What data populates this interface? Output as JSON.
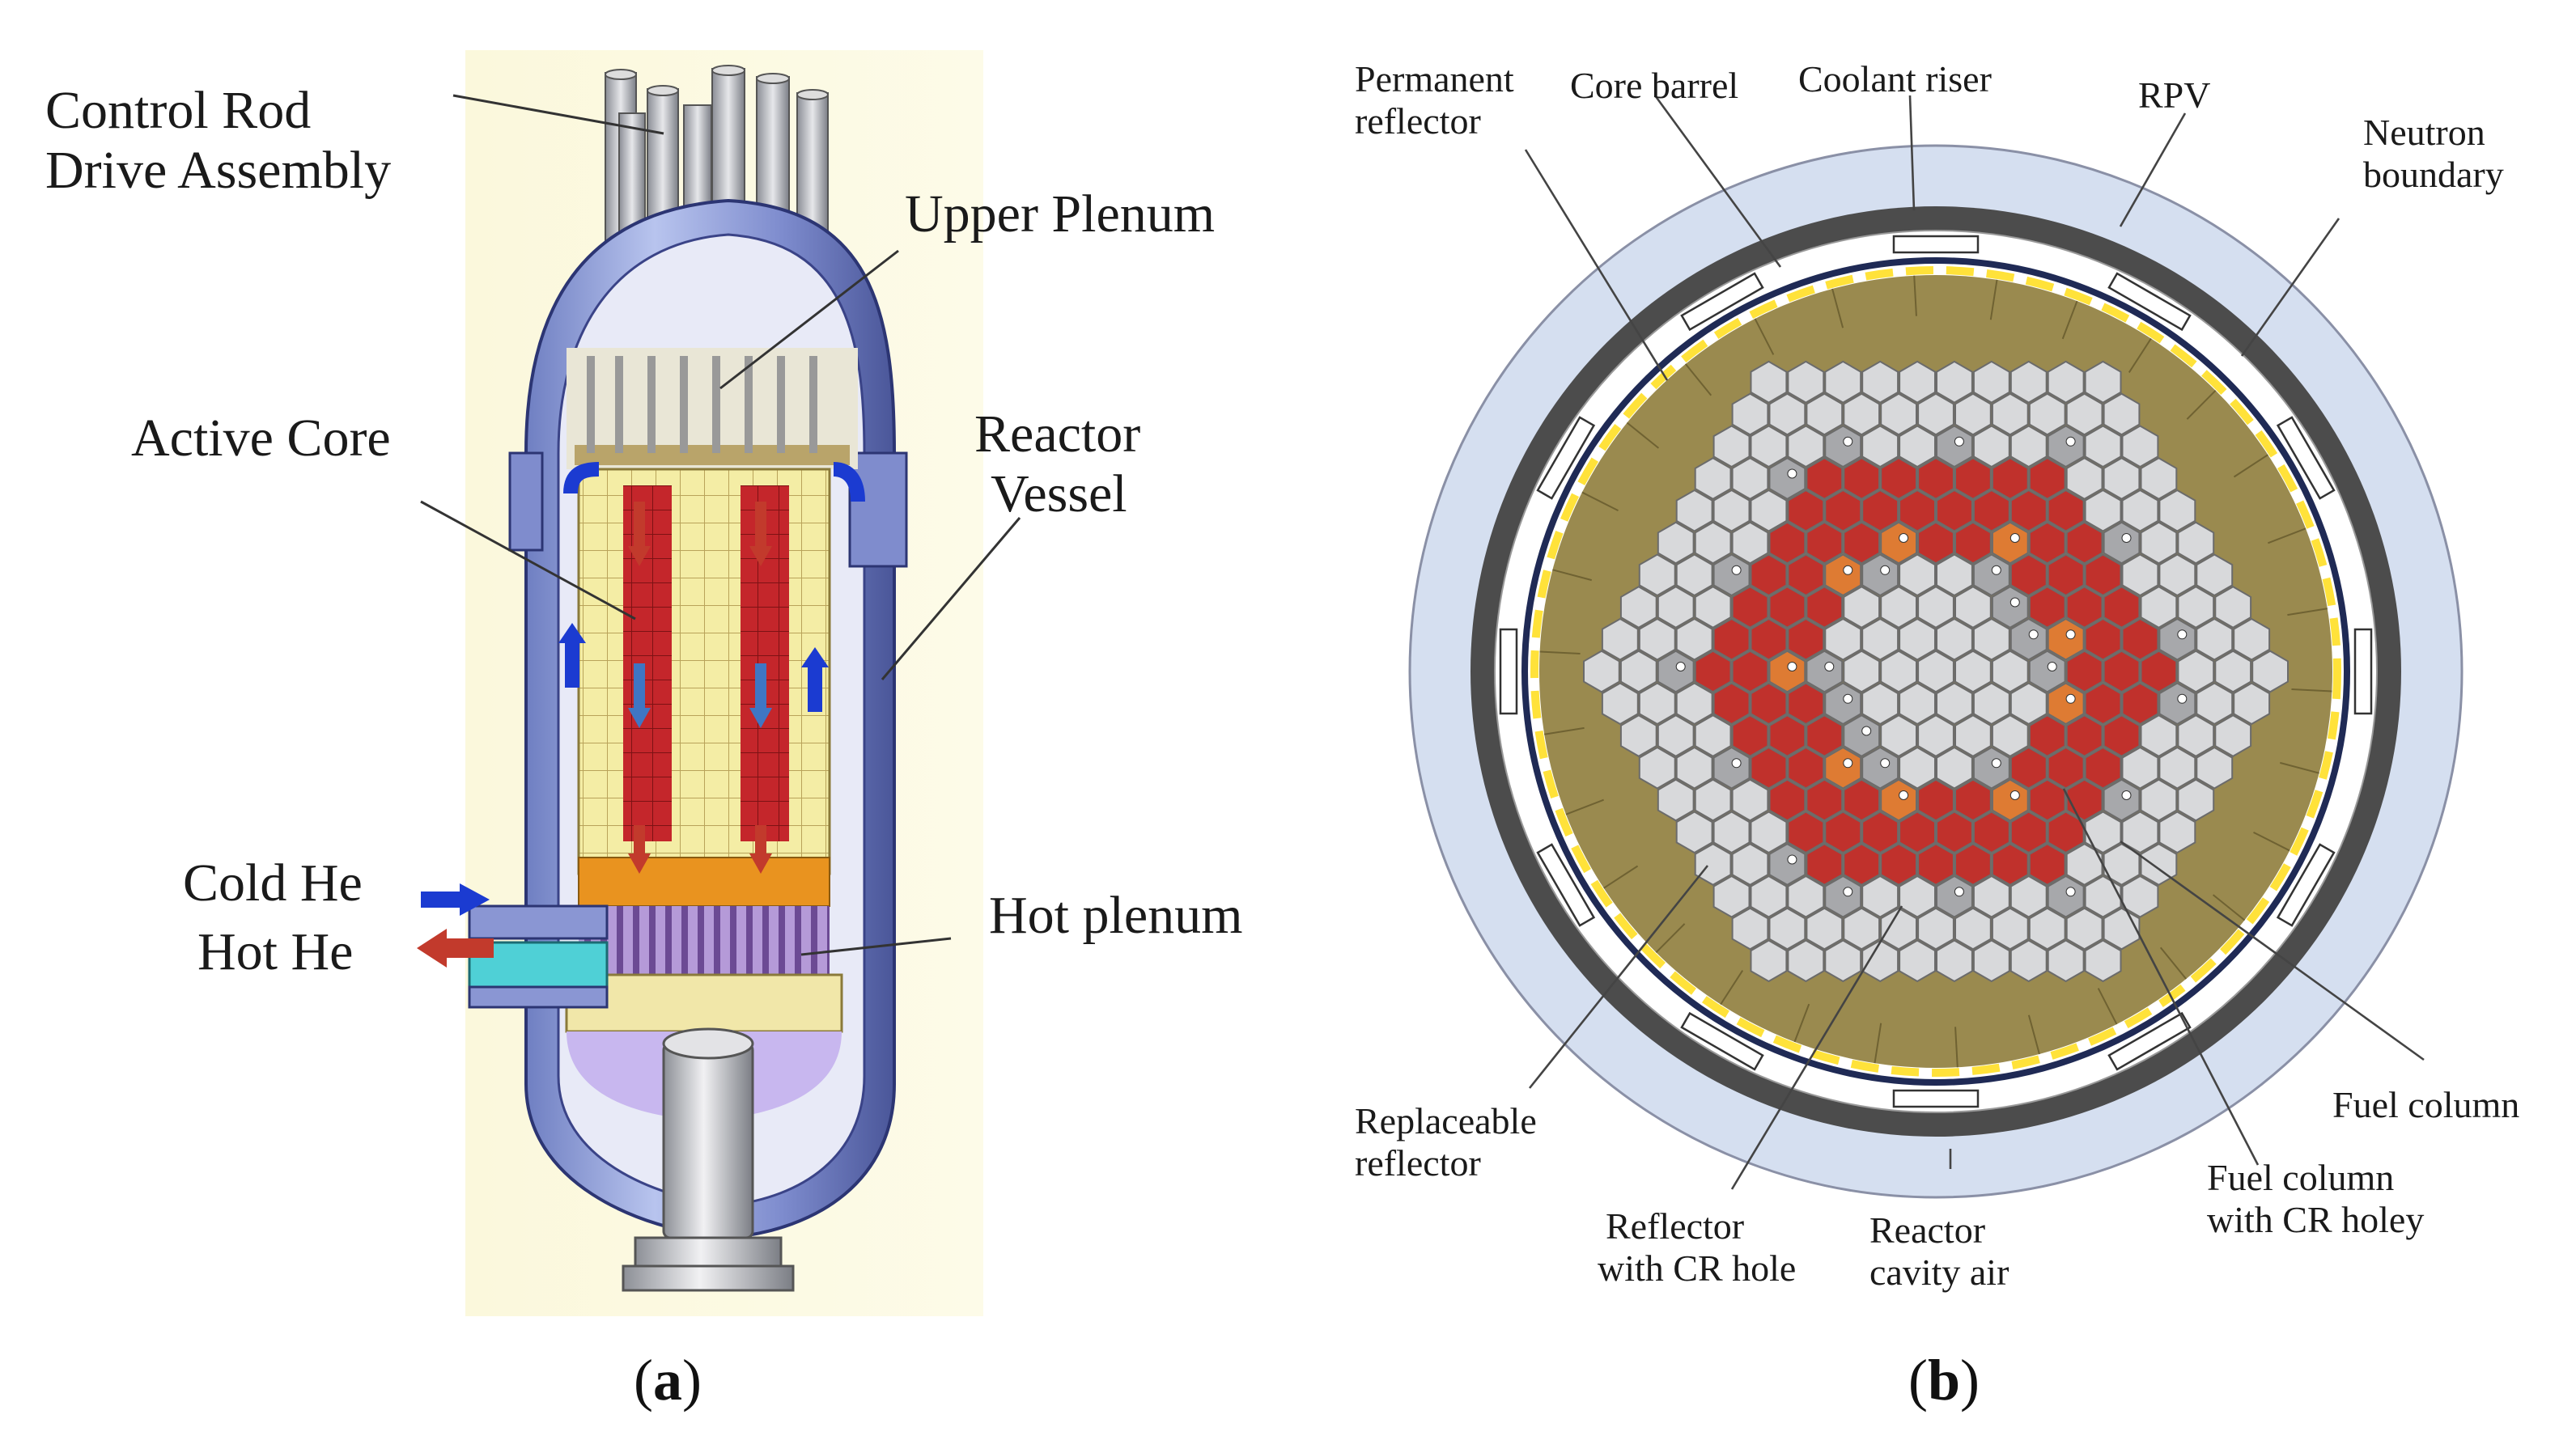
{
  "panel_a": {
    "caption_letter": "a",
    "labels": {
      "crda_line1": "Control Rod",
      "crda_line2": "Drive Assembly",
      "upper_plenum": "Upper Plenum",
      "active_core": "Active Core",
      "reactor_line1": "Reactor",
      "reactor_line2": "Vessel",
      "cold_he": "Cold He",
      "hot_he": "Hot He",
      "hot_plenum": "Hot plenum"
    }
  },
  "panel_b": {
    "caption_letter": "b",
    "labels": {
      "perm_line1": "Permanent",
      "perm_line2": "reflector",
      "core_barrel": "Core barrel",
      "coolant_riser": "Coolant riser",
      "rpv": "RPV",
      "neutron_line1": "Neutron",
      "neutron_line2": "boundary",
      "replaceable_line1": "Replaceable",
      "replaceable_line2": "reflector",
      "refl_cr_line1": "Reflector",
      "refl_cr_line2": "with CR hole",
      "cavity_line1": "Reactor",
      "cavity_line2": "cavity air",
      "fuel_cr_line1": "Fuel column",
      "fuel_cr_line2": "with CR holey",
      "fuel_column": "Fuel column"
    }
  },
  "colors": {
    "fuel": "#c0312c",
    "fuel_cr": "#de7b33",
    "reflector_cr": "#a7a8ab",
    "replaceable_reflector": "#d8d9db",
    "permanent_reflector": "#9a8a4f",
    "rpv": "#4c4c4c",
    "cavity_air": "#d5dff0",
    "neutron_boundary": "#ffe23a",
    "core_barrel": "#1f2a55"
  }
}
